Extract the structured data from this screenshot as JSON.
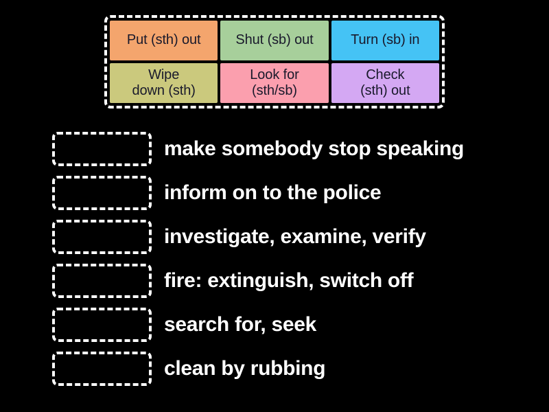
{
  "background_color": "#000000",
  "tile_bank": {
    "name": "answer-tile-bank",
    "border_style": "dashed-white",
    "rows": [
      [
        {
          "label": "Put (sth) out",
          "color": "#f4a56d",
          "text_color": "#19192b"
        },
        {
          "label": "Shut (sb) out",
          "color": "#a7cf9b",
          "text_color": "#19192b"
        },
        {
          "label": "Turn (sb) in",
          "color": "#45c3f5",
          "text_color": "#19192b"
        }
      ],
      [
        {
          "label": "Wipe\ndown (sth)",
          "color": "#cbc97d",
          "text_color": "#19192b"
        },
        {
          "label": "Look for\n(sth/sb)",
          "color": "#fb9fae",
          "text_color": "#19192b"
        },
        {
          "label": "Check\n(sth) out",
          "color": "#d4a8f3",
          "text_color": "#19192b"
        }
      ]
    ]
  },
  "questions": [
    {
      "answer_slot": "",
      "definition": "make somebody stop speaking"
    },
    {
      "answer_slot": "",
      "definition": "inform on to the police"
    },
    {
      "answer_slot": "",
      "definition": "investigate, examine, verify"
    },
    {
      "answer_slot": "",
      "definition": "fire: extinguish, switch off"
    },
    {
      "answer_slot": "",
      "definition": "search for, seek"
    },
    {
      "answer_slot": "",
      "definition": "clean by rubbing"
    }
  ]
}
